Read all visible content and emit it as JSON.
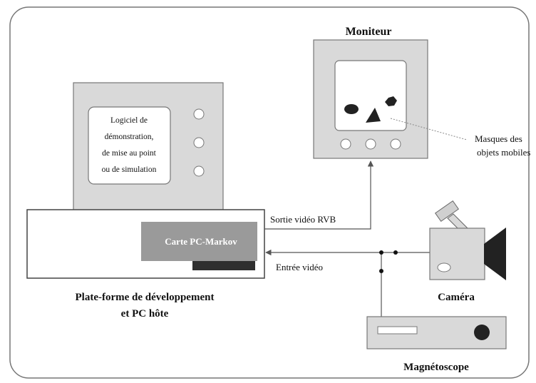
{
  "labels": {
    "monitor_title": "Moniteur",
    "software_line1": "Logiciel  de",
    "software_line2": "démonstration,",
    "software_line3": "de mise au point",
    "software_line4": "ou de simulation",
    "card": "Carte PC-Markov",
    "video_out": "Sortie vidéo RVB",
    "video_in": "Entrée vidéo",
    "masks_line1": "Masques des",
    "masks_line2": "objets mobiles",
    "platform_line1": "Plate-forme de développement",
    "platform_line2": "et PC hôte",
    "camera": "Caméra",
    "recorder": "Magnétoscope"
  },
  "colors": {
    "frame": "#6a6a6a",
    "panel_fill": "#d9d9d9",
    "card_fill": "#9a9a9a",
    "card_shadow": "#2f2f2f",
    "shape_fill": "#222222"
  }
}
